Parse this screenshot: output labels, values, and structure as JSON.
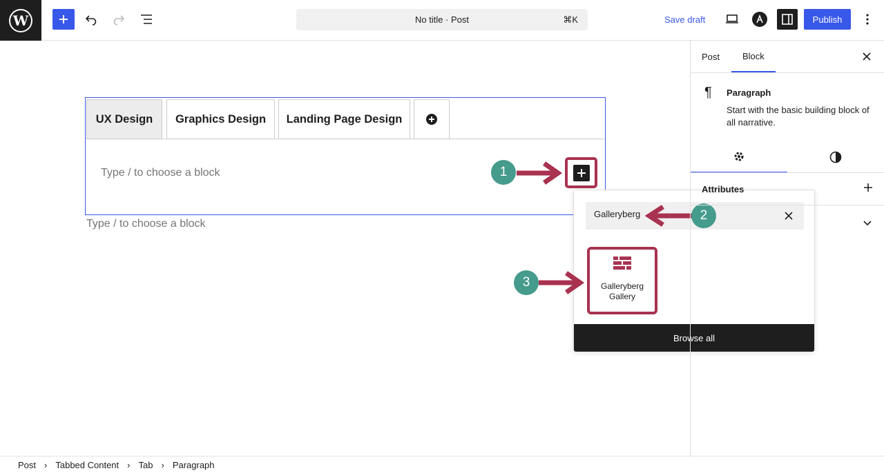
{
  "header": {
    "title": "No title · Post",
    "shortcut": "⌘K",
    "save_draft": "Save draft",
    "publish": "Publish"
  },
  "tabs": [
    {
      "label": "UX Design"
    },
    {
      "label": "Graphics Design"
    },
    {
      "label": "Landing Page Design"
    }
  ],
  "editor": {
    "placeholder_inner": "Type / to choose a block",
    "placeholder_outer": "Type / to choose a block"
  },
  "inserter": {
    "search_value": "Galleryberg",
    "result_label_1": "Galleryberg",
    "result_label_2": "Gallery",
    "browse_all": "Browse all"
  },
  "annotations": {
    "step1": "1",
    "step2": "2",
    "step3": "3"
  },
  "sidebar": {
    "tab_post": "Post",
    "tab_block": "Block",
    "block_name": "Paragraph",
    "block_desc": "Start with the basic building block of all narrative.",
    "attributes_label": "Attributes"
  },
  "breadcrumb": [
    "Post",
    "Tabbed Content",
    "Tab",
    "Paragraph"
  ],
  "colors": {
    "accent": "#3858e9",
    "annotation_border": "#a83250",
    "annotation_badge": "#459b8c"
  }
}
